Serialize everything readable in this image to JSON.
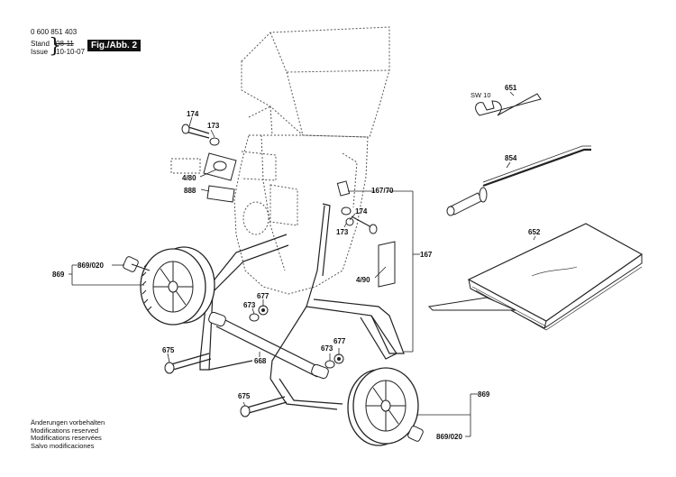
{
  "header": {
    "doc_number": "0 600 851 403",
    "stand_label": "Stand",
    "issue_label": "Issue",
    "stand_date": "08-11",
    "issue_date": "10-10-07",
    "figure_badge": "Fig./Abb. 2"
  },
  "footer": {
    "lines": [
      "Änderungen vorbehalten",
      "Modifications reserved",
      "Modifications reservées",
      "Salvo modificaciones"
    ]
  },
  "parts": {
    "p174a": "174",
    "p173a": "173",
    "p480": "4/80",
    "p888": "888",
    "p16770": "167/70",
    "p174b": "174",
    "p173b": "173",
    "p167": "167",
    "p490": "4/90",
    "p869a": "869",
    "p869020a": "869/020",
    "p677a": "677",
    "p673a": "673",
    "p675a": "675",
    "p668": "668",
    "p677b": "677",
    "p673b": "673",
    "p675b": "675",
    "p869b": "869",
    "p869020b": "869/020",
    "p651": "651",
    "psw10": "SW 10",
    "p854": "854",
    "p652": "652"
  }
}
